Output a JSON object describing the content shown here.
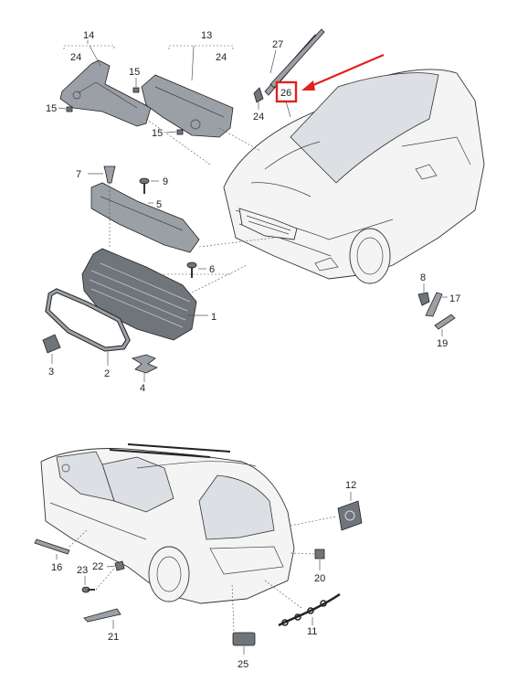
{
  "highlight": {
    "label": "26",
    "box_color": "#e02020",
    "arrow_color": "#e02020"
  },
  "callouts": {
    "c1": "1",
    "c2": "2",
    "c3": "3",
    "c4": "4",
    "c5": "5",
    "c6": "6",
    "c7": "7",
    "c8": "8",
    "c9": "9",
    "c11": "11",
    "c12": "12",
    "c13": "13",
    "c14": "14",
    "c15a": "15",
    "c15b": "15",
    "c15c": "15",
    "c16": "16",
    "c17": "17",
    "c19": "19",
    "c20": "20",
    "c21": "21",
    "c22": "22",
    "c23": "23",
    "c24a": "24",
    "c24b": "24",
    "c24c": "24",
    "c25": "25",
    "c27": "27"
  },
  "colors": {
    "line": "#555555",
    "part_fill": "#9aa0a6",
    "part_dark": "#6f757b"
  }
}
